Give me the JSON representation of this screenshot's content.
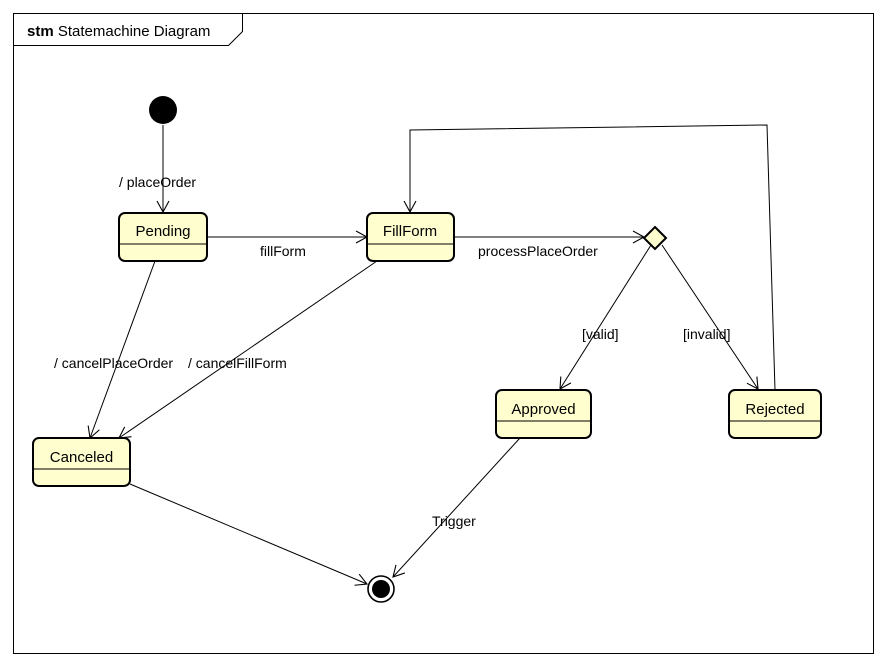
{
  "frame": {
    "keyword": "stm",
    "title": "Statemachine Diagram"
  },
  "colors": {
    "state_fill": "#FEFECE",
    "line": "#000000",
    "background": "#FFFFFF"
  },
  "states": {
    "pending": "Pending",
    "fillform": "FillForm",
    "approved": "Approved",
    "rejected": "Rejected",
    "canceled": "Canceled"
  },
  "transitions": {
    "initial_to_pending": "/ placeOrder",
    "pending_to_fillform": "fillForm",
    "fillform_to_choice": "processPlaceOrder",
    "choice_to_approved": "[valid]",
    "choice_to_rejected": "[invalid]",
    "pending_to_canceled": "/ cancelPlaceOrder",
    "fillform_to_canceled": "/ cancelFillForm",
    "approved_to_final": "Trigger"
  }
}
